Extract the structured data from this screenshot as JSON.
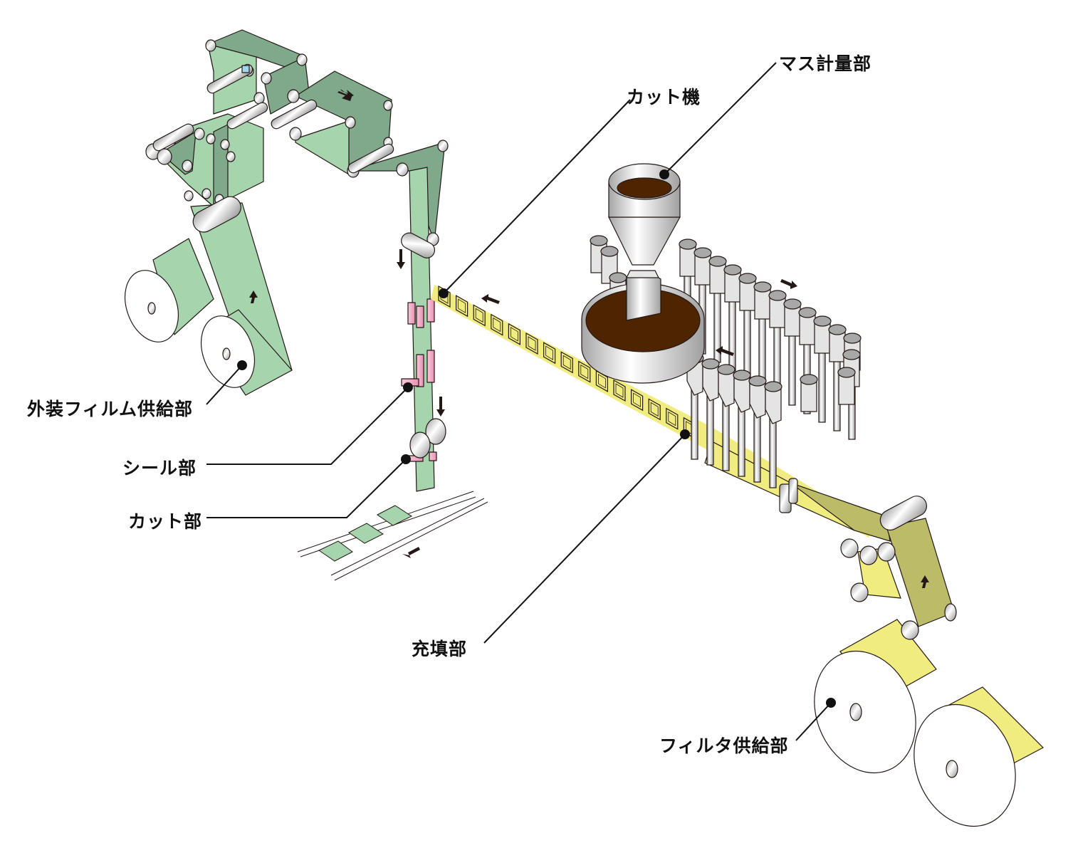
{
  "labels": {
    "mass_weighing": "マス計量部",
    "cut_machine": "カット機",
    "outer_film_supply": "外装フィルム供給部",
    "seal": "シール部",
    "cut": "カット部",
    "filling": "充填部",
    "filter_supply": "フィルタ供給部"
  },
  "colors": {
    "outer_film_light": "#a6d4ad",
    "outer_film_dark": "#7fa98a",
    "filter_light": "#f0ec80",
    "filter_dark": "#bcbc68",
    "coffee": "#4f2400",
    "steel": "#d9d9d9",
    "seal_pink": "#f1a7c3",
    "sensor_blue": "#9dd6ef",
    "ink": "#231815"
  }
}
